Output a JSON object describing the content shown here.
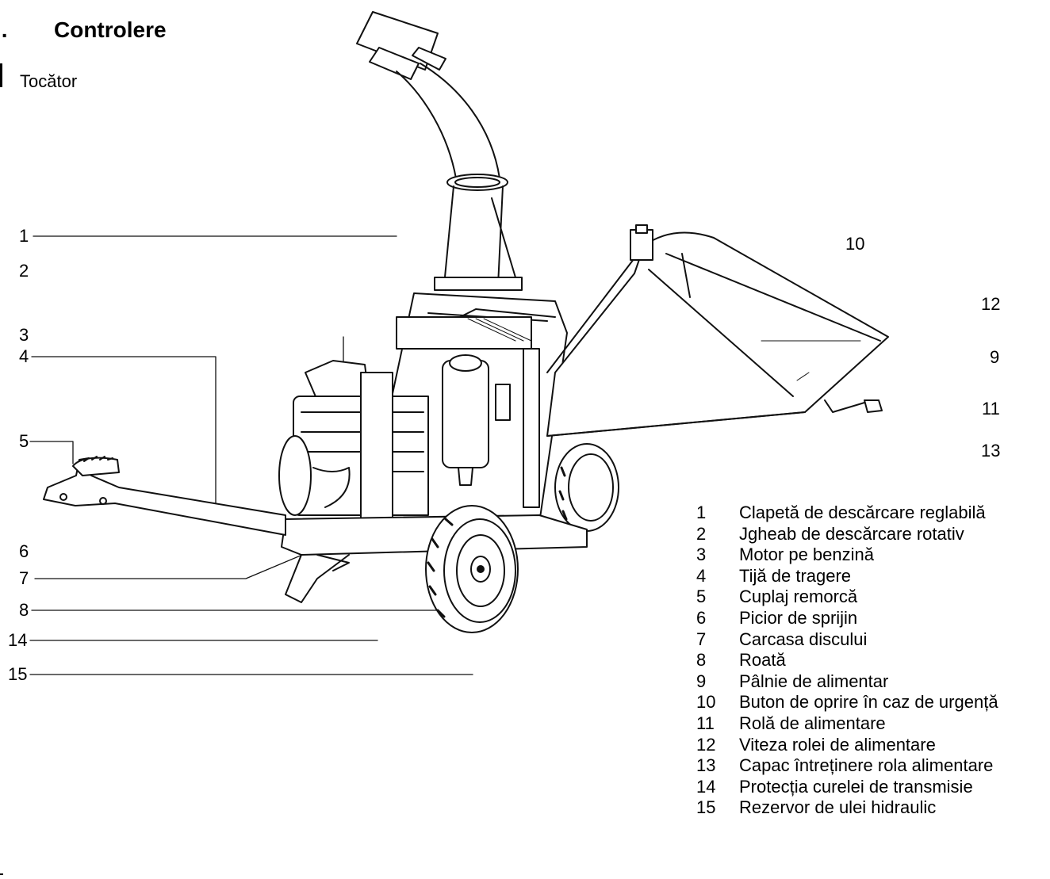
{
  "section": {
    "number": "I.",
    "title": "Controlere",
    "subtitle": "Tocător"
  },
  "callouts": [
    "1",
    "2",
    "3",
    "4",
    "5",
    "6",
    "7",
    "8",
    "14",
    "15",
    "10",
    "12",
    "9",
    "11",
    "13"
  ],
  "legend": [
    {
      "num": "1",
      "label": "Clapetă de descărcare reglabilă"
    },
    {
      "num": "2",
      "label": "Jgheab de descărcare rotativ"
    },
    {
      "num": "3",
      "label": "Motor pe benzină"
    },
    {
      "num": "4",
      "label": "Tijă de tragere"
    },
    {
      "num": "5",
      "label": "Cuplaj remorcă"
    },
    {
      "num": "6",
      "label": "Picior de sprijin"
    },
    {
      "num": "7",
      "label": "Carcasa discului"
    },
    {
      "num": "8",
      "label": "Roată"
    },
    {
      "num": "9",
      "label": "Pâlnie de alimentar"
    },
    {
      "num": "10",
      "label": "Buton de oprire în caz de urgență"
    },
    {
      "num": "11",
      "label": "Rolă de alimentare"
    },
    {
      "num": "12",
      "label": "Viteza rolei de alimentare"
    },
    {
      "num": "13",
      "label": "Capac întreținere rola alimentare"
    },
    {
      "num": "14",
      "label": "Protecția curelei de transmisie"
    },
    {
      "num": "15",
      "label": "Rezervor de ulei hidraulic"
    }
  ]
}
